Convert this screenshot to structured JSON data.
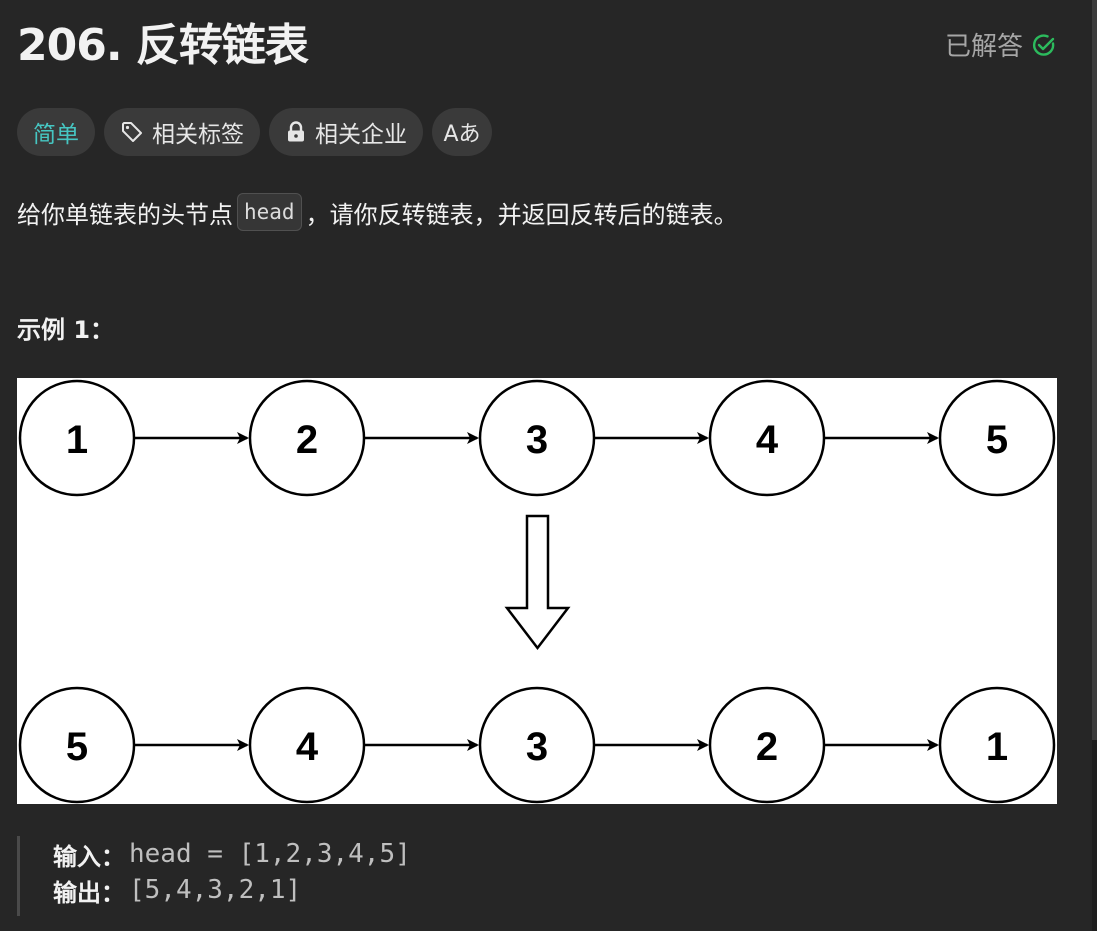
{
  "problem": {
    "title": "206. 反转链表",
    "status": "已解答",
    "status_color": "#2cbb5d"
  },
  "tags": [
    {
      "label": "简单",
      "icon": null,
      "color": "#46c6c2"
    },
    {
      "label": "相关标签",
      "icon": "tag-icon"
    },
    {
      "label": "相关企业",
      "icon": "lock-icon"
    },
    {
      "label": "Aあ",
      "icon": "translate-icon"
    }
  ],
  "description": {
    "before": "给你单链表的头节点",
    "code": "head",
    "after": "，请你反转链表，并返回反转后的链表。"
  },
  "example": {
    "title": "示例 1：",
    "figure": {
      "top_row": [
        "1",
        "2",
        "3",
        "4",
        "5"
      ],
      "bottom_row": [
        "5",
        "4",
        "3",
        "2",
        "1"
      ]
    },
    "input_label": "输入：",
    "input_value": "head = [1,2,3,4,5]",
    "output_label": "输出：",
    "output_value": "[5,4,3,2,1]"
  }
}
